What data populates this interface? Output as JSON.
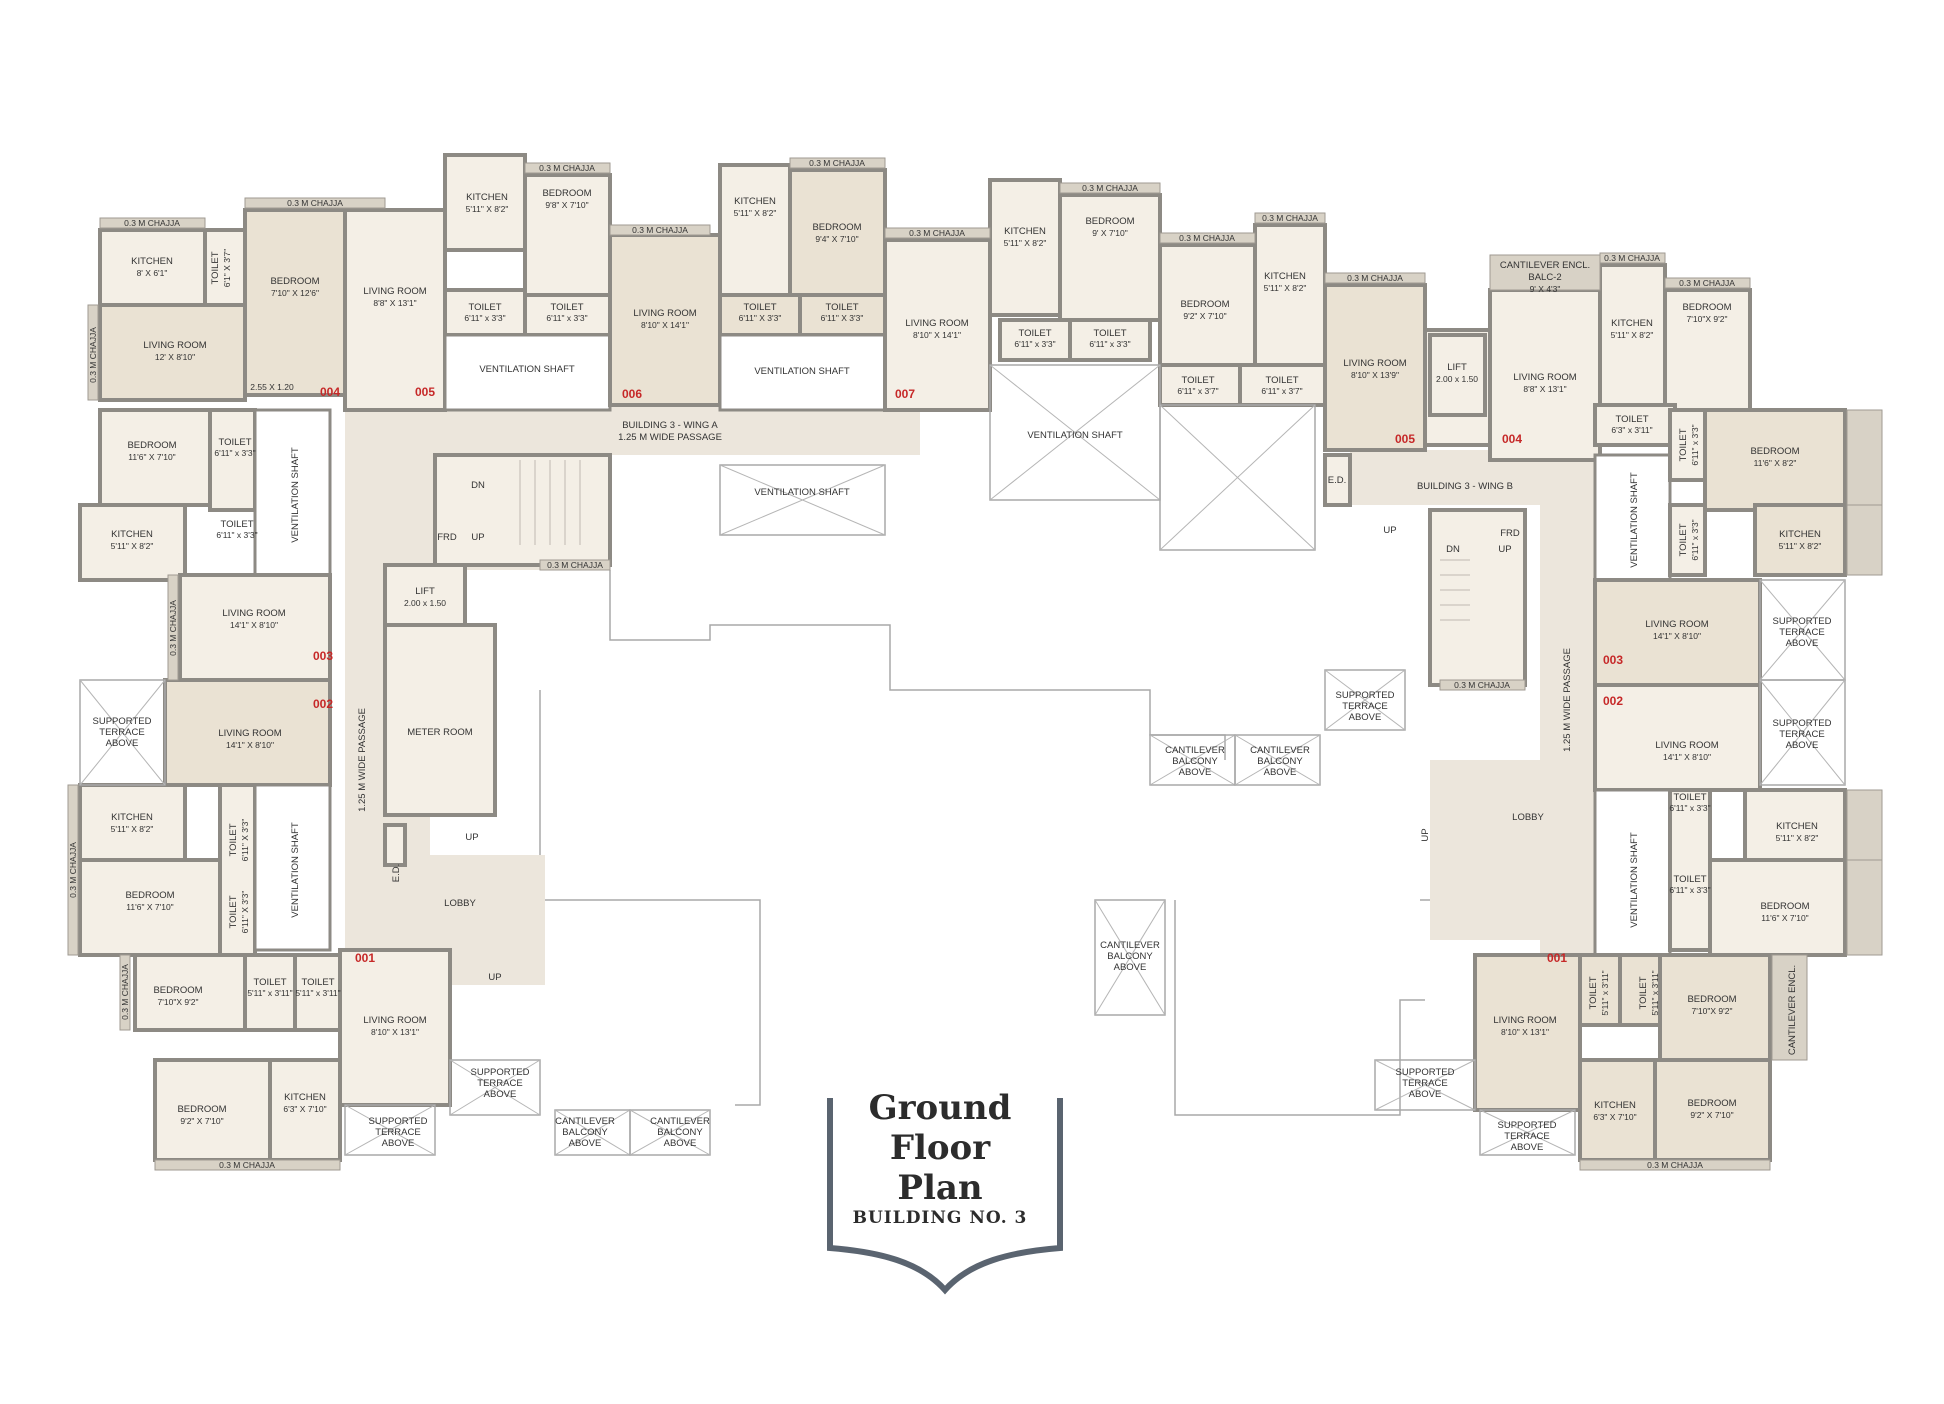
{
  "title": {
    "line1": "Ground",
    "line2": "Floor",
    "line3": "Plan",
    "subtitle": "BUILDING NO. 3"
  },
  "labels": {
    "chajja": "0.3 M CHAJJA",
    "kitchen": "KITCHEN",
    "bedroom": "BEDROOM",
    "toilet": "TOILET",
    "living_room": "LIVING ROOM",
    "ventilation_shaft": "VENTILATION SHAFT",
    "lift": "LIFT",
    "lift_dim": "2.00 x 1.50",
    "meter_room": "METER ROOM",
    "lobby": "LOBBY",
    "passage": "1.25 M WIDE PASSAGE",
    "wing_a": "BUILDING 3 -  WING A",
    "wing_b": "BUILDING 3 -  WING B",
    "dn": "DN",
    "up": "UP",
    "frd": "FRD",
    "ed": "E.D.",
    "supported_terrace": "SUPPORTED",
    "terrace": "TERRACE",
    "above": "ABOVE",
    "cantilever": "CANTILEVER",
    "balcony": "BALCONY",
    "cantilever_encl": "CANTILEVER ENCL.",
    "balc2": "BALC-2",
    "balc2_dim": "9' X 4'3\"",
    "opening_dim": "2.55 X 1.20"
  },
  "flats": [
    "001",
    "002",
    "003",
    "004",
    "005",
    "006",
    "007"
  ],
  "dims": {
    "k_8x61": "8' X 6'1\"",
    "k_511x82": "5'11\" X 8'2\"",
    "k_63x710": "6'3\" X 7'10\"",
    "b_710x126": "7'10\" X 12'6\"",
    "b_116x710": "11'6\" X 7'10\"",
    "b_98x710": "9'8\" X 7'10\"",
    "b_94x710": "9'4\" X 7'10\"",
    "b_9x710": "9' X 7'10\"",
    "b_92x710": "9'2\" X 7'10\"",
    "b_710x92": "7'10\"X 9'2\"",
    "b_116x82": "11'6\" X 8'2\"",
    "b_92x710b": "9'2\" X 7'10\"",
    "l_12x810": "12' X 8'10\"",
    "l_88x131": "8'8\" X 13'1\"",
    "l_810x141": "8'10\" X 14'1\"",
    "l_141x810": "14'1\" X 8'10\"",
    "l_810x131": "8'10\" X 13'1\"",
    "l_810x139": "8'10\" X 13'9\"",
    "t_61x37": "6'1\" X 3'7\"",
    "t_611x33": "6'11\" x 3'3\"",
    "t_611x33b": "6'11\" X 3'3\"",
    "t_611x37": "6'11\" x 3'7\"",
    "t_63x311": "6'3\" x 3'11\"",
    "t_511x311": "5'11\" x 3'11\""
  }
}
